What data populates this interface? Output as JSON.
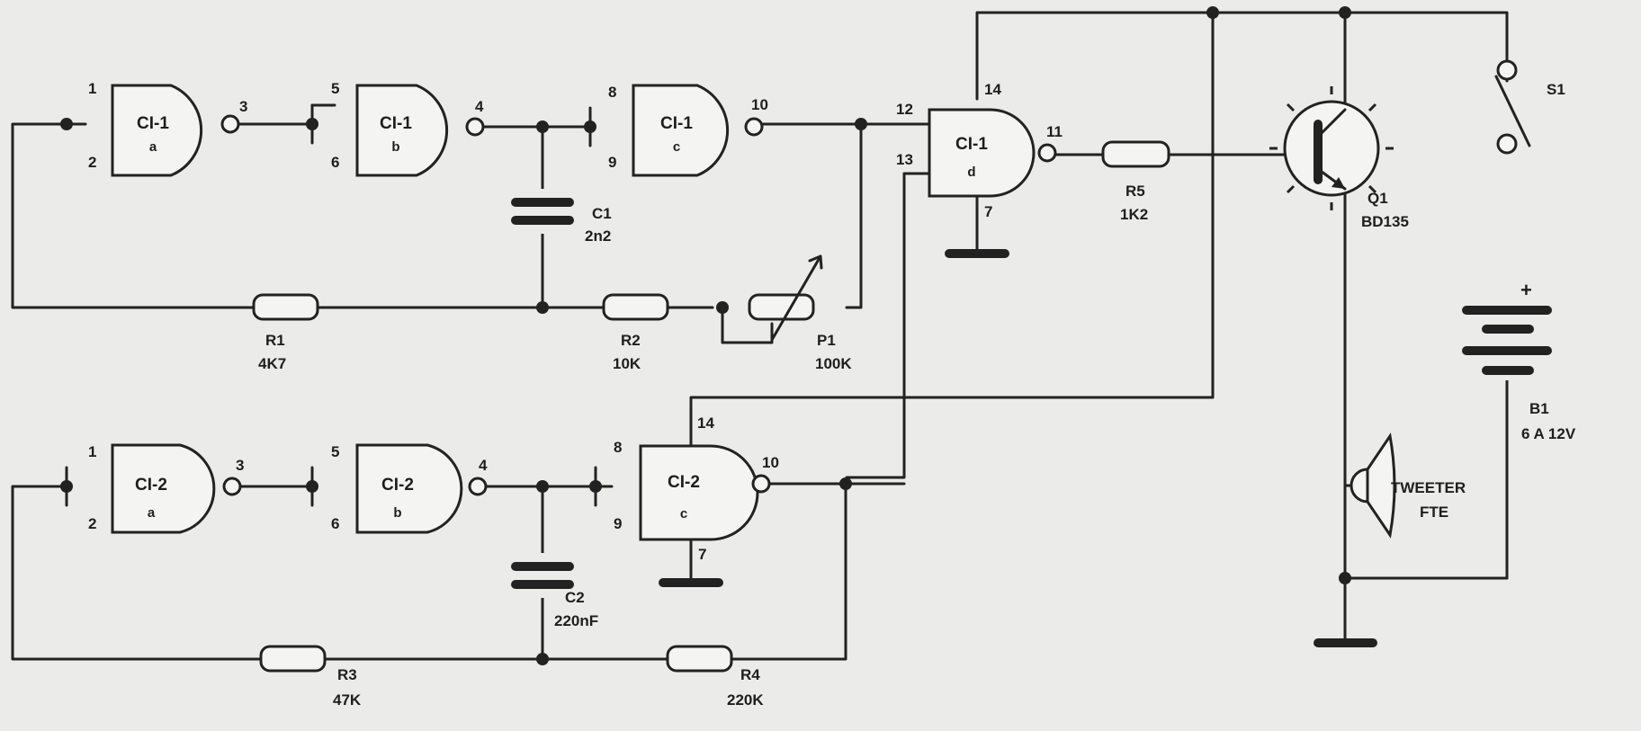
{
  "gates": [
    {
      "id": "ci1a",
      "chip": "CI-1",
      "sub": "a",
      "in1": "1",
      "in2": "2",
      "out": "3"
    },
    {
      "id": "ci1b",
      "chip": "CI-1",
      "sub": "b",
      "in1": "5",
      "in2": "6",
      "out": "4"
    },
    {
      "id": "ci1c",
      "chip": "CI-1",
      "sub": "c",
      "in1": "8",
      "in2": "9",
      "out": "10"
    },
    {
      "id": "ci1d",
      "chip": "CI-1",
      "sub": "d",
      "in1": "12",
      "in2": "13",
      "out": "11",
      "vcc": "14",
      "gnd": "7"
    },
    {
      "id": "ci2a",
      "chip": "CI-2",
      "sub": "a",
      "in1": "1",
      "in2": "2",
      "out": "3"
    },
    {
      "id": "ci2b",
      "chip": "CI-2",
      "sub": "b",
      "in1": "5",
      "in2": "6",
      "out": "4"
    },
    {
      "id": "ci2c",
      "chip": "CI-2",
      "sub": "c",
      "in1": "8",
      "in2": "9",
      "out": "10",
      "vcc": "14",
      "gnd": "7"
    }
  ],
  "components": {
    "c1": {
      "ref": "C1",
      "value": "2n2"
    },
    "c2": {
      "ref": "C2",
      "value": "220nF"
    },
    "r1": {
      "ref": "R1",
      "value": "4K7"
    },
    "r2": {
      "ref": "R2",
      "value": "10K"
    },
    "p1": {
      "ref": "P1",
      "value": "100K"
    },
    "r3": {
      "ref": "R3",
      "value": "47K"
    },
    "r4": {
      "ref": "R4",
      "value": "220K"
    },
    "r5": {
      "ref": "R5",
      "value": "1K2"
    },
    "q1": {
      "ref": "Q1",
      "value": "BD135"
    },
    "b1": {
      "ref": "B1",
      "value": "6 A 12V",
      "plus": "+"
    },
    "s1": {
      "ref": "S1"
    },
    "tweeter": {
      "line1": "TWEETER",
      "line2": "FTE"
    }
  }
}
